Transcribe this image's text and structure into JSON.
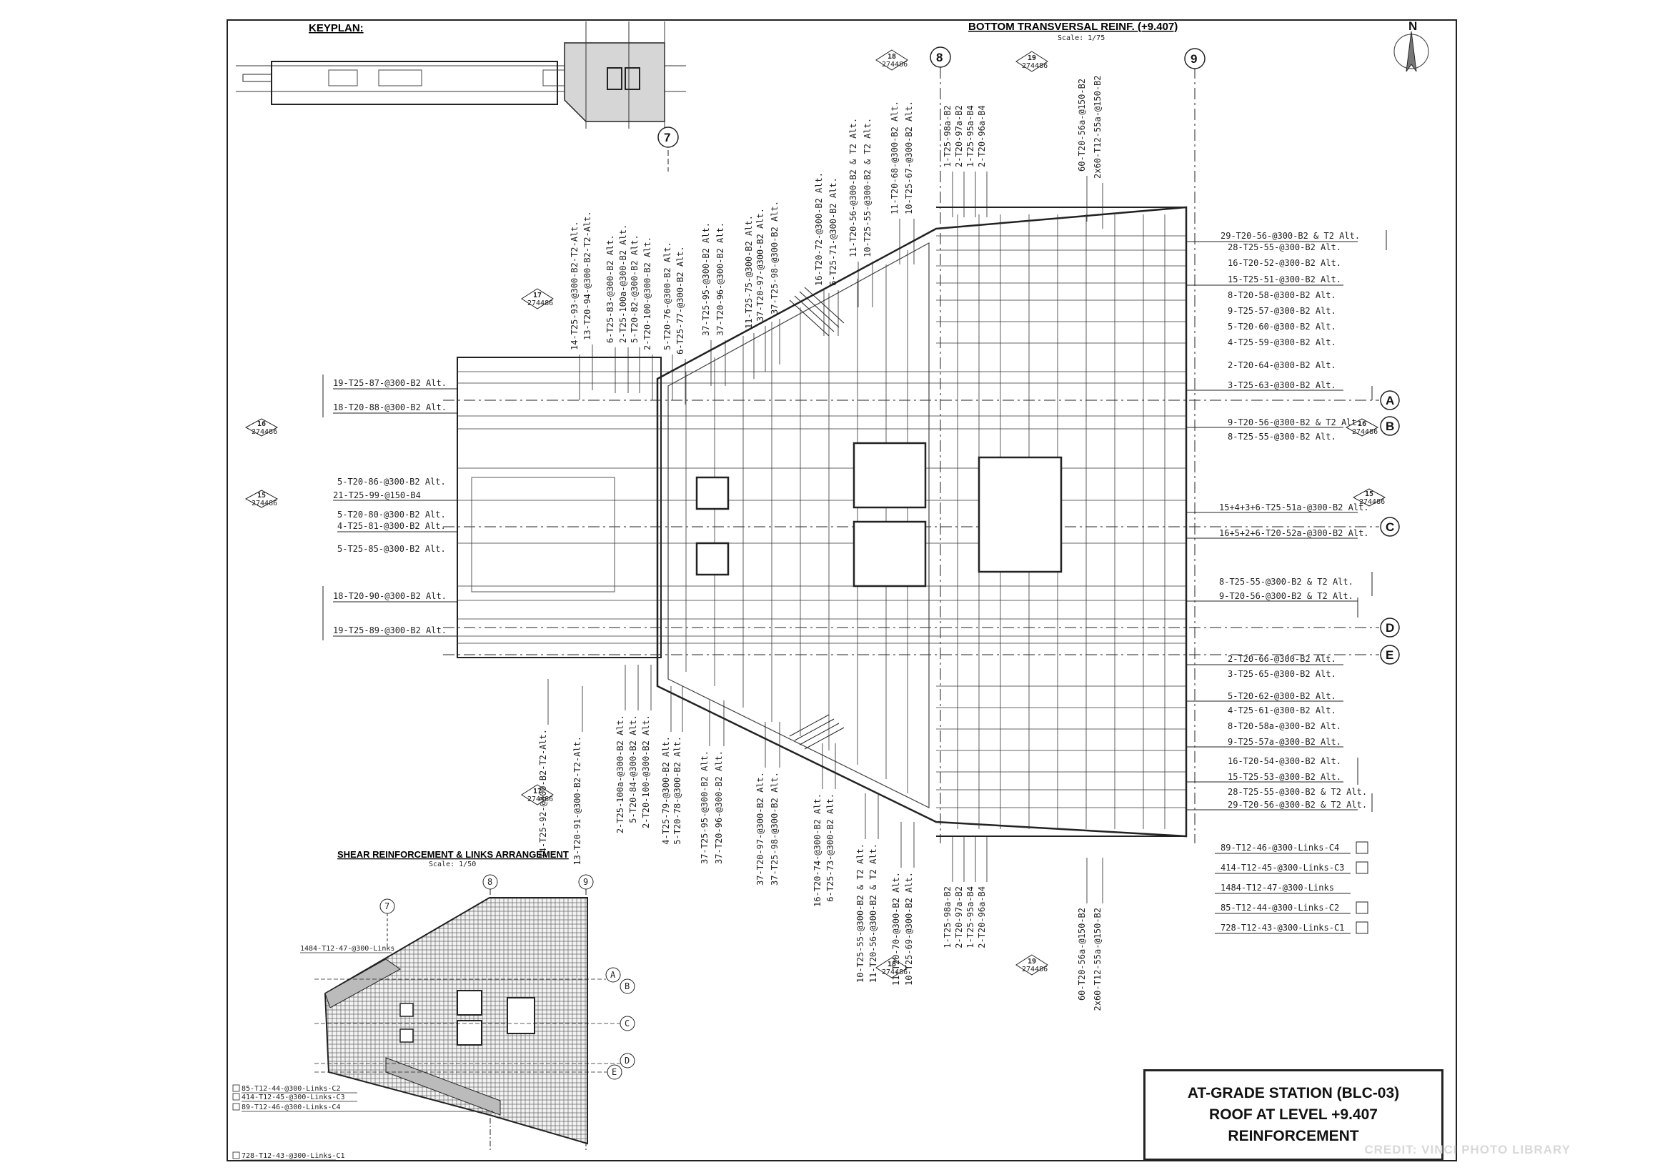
{
  "headings": {
    "keyplan": "KEYPLAN:",
    "bottom_transversal": "BOTTOM TRANSVERSAL REINF. (+9.407)",
    "bottom_scale": "Scale: 1/75",
    "shear": "SHEAR REINFORCEMENT & LINKS ARRANGEMENT",
    "shear_scale": "Scale: 1/50"
  },
  "north": "N",
  "grid_numbers": [
    "7",
    "8",
    "9"
  ],
  "grid_letters": [
    "A",
    "B",
    "C",
    "D",
    "E"
  ],
  "section_marks": [
    {
      "num": "16",
      "ref": "274486"
    },
    {
      "num": "15",
      "ref": "274486"
    },
    {
      "num": "17",
      "ref": "274486"
    },
    {
      "num": "18",
      "ref": "274486"
    },
    {
      "num": "19",
      "ref": "274486"
    }
  ],
  "left_labels": [
    "19-T25-87-@300-B2 Alt.",
    "18-T20-88-@300-B2 Alt.",
    "5-T20-86-@300-B2 Alt.",
    "21-T25-99-@150-B4",
    "5-T20-80-@300-B2 Alt.",
    "4-T25-81-@300-B2 Alt.",
    "5-T25-85-@300-B2 Alt.",
    "18-T20-90-@300-B2 Alt.",
    "19-T25-89-@300-B2 Alt."
  ],
  "right_labels_top": [
    "29-T20-56-@300-B2 & T2 Alt.",
    "28-T25-55-@300-B2 Alt.",
    "16-T20-52-@300-B2 Alt.",
    "15-T25-51-@300-B2 Alt.",
    "8-T20-58-@300-B2 Alt.",
    "9-T25-57-@300-B2 Alt.",
    "5-T20-60-@300-B2 Alt.",
    "4-T25-59-@300-B2 Alt.",
    "2-T20-64-@300-B2 Alt.",
    "3-T25-63-@300-B2 Alt.",
    "9-T20-56-@300-B2 & T2 Alt.",
    "8-T25-55-@300-B2 Alt.",
    "15+4+3+6-T25-51a-@300-B2 Alt.",
    "16+5+2+6-T20-52a-@300-B2 Alt.",
    "8-T25-55-@300-B2 & T2 Alt.",
    "9-T20-56-@300-B2 & T2 Alt."
  ],
  "right_labels_bottom": [
    "2-T20-66-@300-B2 Alt.",
    "3-T25-65-@300-B2 Alt.",
    "5-T20-62-@300-B2 Alt.",
    "4-T25-61-@300-B2 Alt.",
    "8-T20-58a-@300-B2 Alt.",
    "9-T25-57a-@300-B2 Alt.",
    "16-T20-54-@300-B2 Alt.",
    "15-T25-53-@300-B2 Alt.",
    "28-T25-55-@300-B2 & T2 Alt.",
    "29-T20-56-@300-B2 & T2 Alt."
  ],
  "links_legend": [
    "89-T12-46-@300-Links-C4",
    "414-T12-45-@300-Links-C3",
    "1484-T12-47-@300-Links",
    "85-T12-44-@300-Links-C2",
    "728-T12-43-@300-Links-C1"
  ],
  "vertical_labels_top": [
    "14-T25-93-@300-B2-T2-Alt.",
    "13-T20-94-@300-B2-T2-Alt.",
    "6-T25-83-@300-B2 Alt.",
    "2-T25-100a-@300-B2 Alt.",
    "5-T20-82-@300-B2 Alt.",
    "2-T20-100-@300-B2 Alt.",
    "5-T20-76-@300-B2 Alt.",
    "6-T25-77-@300-B2 Alt.",
    "37-T25-95-@300-B2 Alt.",
    "37-T20-96-@300-B2 Alt.",
    "11-T25-75-@300-B2 Alt.",
    "37-T20-97-@300-B2 Alt.",
    "37-T25-98-@300-B2 Alt.",
    "16-T20-72-@300-B2 Alt.",
    "6-T25-71-@300-B2 Alt.",
    "11-T20-56-@300-B2 & T2 Alt.",
    "10-T25-55-@300-B2 & T2 Alt.",
    "11-T20-68-@300-B2 Alt.",
    "10-T25-67-@300-B2 Alt.",
    "1-T25-98a-B2",
    "2-T20-97a-B2",
    "1-T25-95a-B4",
    "2-T20-96a-B4",
    "60-T20-56a-@150-B2",
    "2x60-T12-55a-@150-B2"
  ],
  "vertical_labels_bottom": [
    "14-T25-92-@300-B2-T2-Alt.",
    "13-T20-91-@300-B2-T2-Alt.",
    "2-T25-100a-@300-B2 Alt.",
    "5-T20-84-@300-B2 Alt.",
    "2-T20-100-@300-B2 Alt.",
    "4-T25-79-@300-B2 Alt.",
    "5-T20-78-@300-B2 Alt.",
    "37-T25-95-@300-B2 Alt.",
    "37-T20-96-@300-B2 Alt.",
    "37-T20-97-@300-B2 Alt.",
    "37-T25-98-@300-B2 Alt.",
    "16-T20-74-@300-B2 Alt.",
    "6-T25-73-@300-B2 Alt.",
    "10-T25-55-@300-B2 & T2 Alt.",
    "11-T20-56-@300-B2 & T2 Alt.",
    "11-T20-70-@300-B2 Alt.",
    "10-T25-69-@300-B2 Alt.",
    "1-T25-98a-B2",
    "2-T20-97a-B2",
    "1-T25-95a-B4",
    "2-T20-96a-B4",
    "60-T20-56a-@150-B2",
    "2x60-T12-55a-@150-B2"
  ],
  "shear_labels": [
    "1484-T12-47-@300-Links",
    "85-T12-44-@300-Links-C2",
    "414-T12-45-@300-Links-C3",
    "89-T12-46-@300-Links-C4",
    "728-T12-43-@300-Links-C1"
  ],
  "title_block": {
    "line1": "AT-GRADE STATION (BLC-03)",
    "line2": "ROOF AT LEVEL +9.407",
    "line3": "REINFORCEMENT"
  },
  "credit": "CREDIT: VINCI PHOTO LIBRARY"
}
